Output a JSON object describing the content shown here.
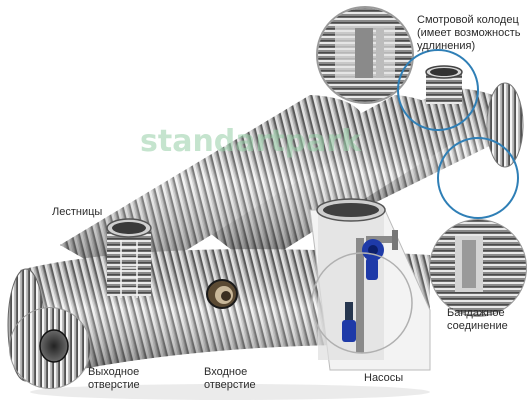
{
  "watermark": "standartpark",
  "labels": {
    "inspection_well": [
      "Смотровой колодец",
      "(имеет возможность",
      "удлинения)"
    ],
    "ladders": "Лестницы",
    "bandage": [
      "Бандажное",
      "соединение"
    ],
    "outlet": [
      "Выходное",
      "отверстие"
    ],
    "inlet": [
      "Входное",
      "отверстие"
    ],
    "pumps": "Насосы"
  },
  "colors": {
    "callout_ring": "#2f7fb6",
    "pipe_dark": "#3a3a3a",
    "pipe_light": "#e6e6e6",
    "pump_blue": "#1e3aa8"
  }
}
